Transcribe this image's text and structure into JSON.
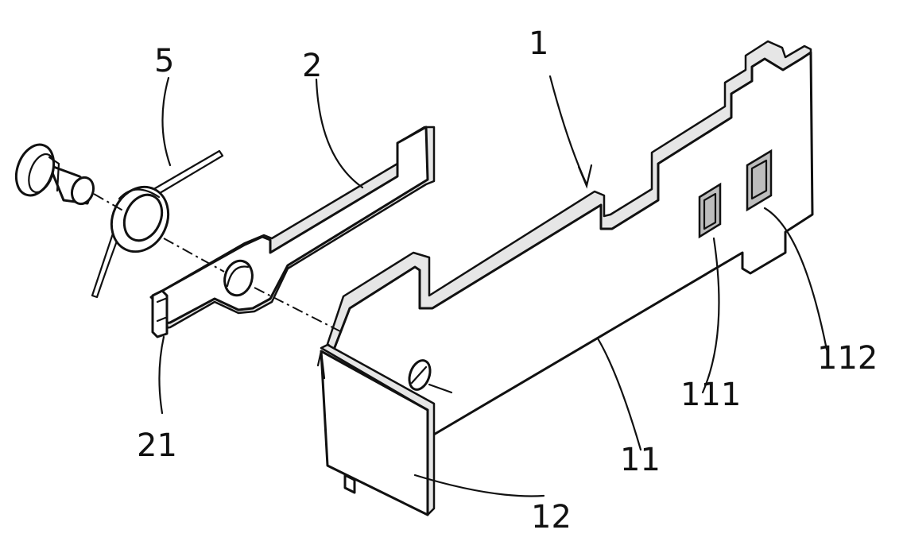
{
  "labels": {
    "bracket": "1",
    "lever": "2",
    "spring": "5",
    "lever_tab": "21",
    "bracket_plate": "11",
    "bracket_flange": "12",
    "slot_a": "111",
    "slot_b": "112"
  },
  "colors": {
    "line": "#111111",
    "background": "#ffffff"
  }
}
